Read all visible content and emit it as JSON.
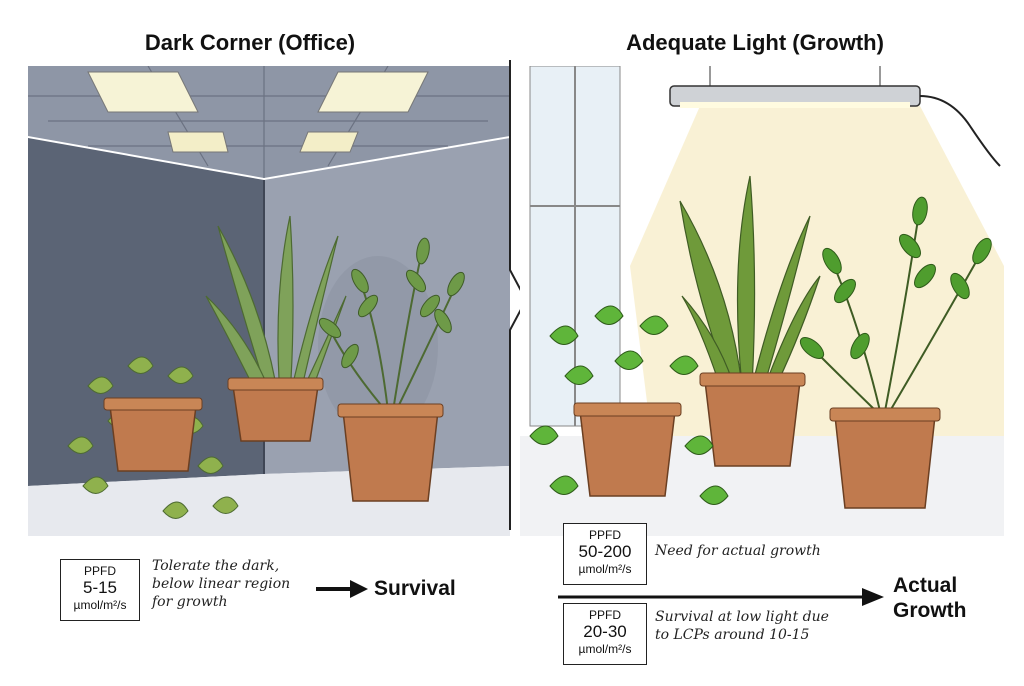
{
  "left": {
    "title": "Dark Corner (Office)",
    "ppfd": {
      "label": "PPFD",
      "value": "5-15",
      "unit": "µmol/m²/s"
    },
    "note": "Tolerate the dark,\nbelow linear region\nfor growth",
    "outcome": "Survival"
  },
  "right": {
    "title": "Adequate Light (Growth)",
    "ppfd_growth": {
      "label": "PPFD",
      "value": "50-200",
      "unit": "µmol/m²/s"
    },
    "note_growth": "Need for actual growth",
    "ppfd_survival": {
      "label": "PPFD",
      "value": "20-30",
      "unit": "µmol/m²/s"
    },
    "note_survival": "Survival at low light due\nto LCPs around 10-15",
    "outcome": "Actual\nGrowth"
  },
  "colors": {
    "wall_dark": "#5b6475",
    "wall_light": "#9aa1b0",
    "pot": "#c07a4e",
    "leaf": "#5f8f3a",
    "leaf_bright": "#4f9d2e",
    "glow": "#f7eecb"
  }
}
